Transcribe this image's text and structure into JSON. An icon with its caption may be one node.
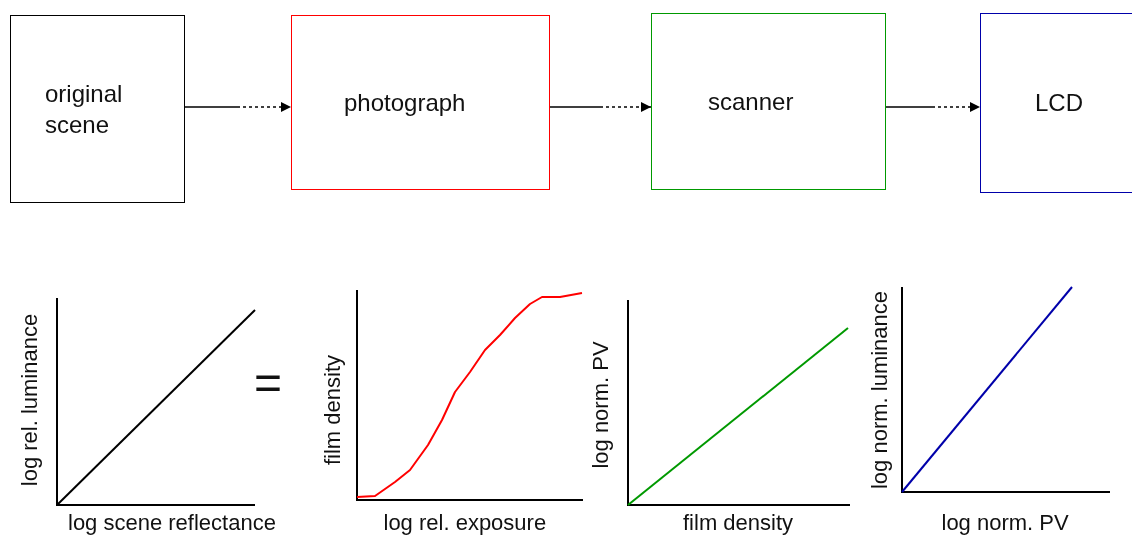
{
  "diagram": {
    "nodes": [
      {
        "text": [
          "original scene"
        ]
      },
      {
        "text": [
          "photograph"
        ]
      },
      {
        "text": [
          "scanner"
        ]
      },
      {
        "text": [
          "LCD"
        ]
      }
    ],
    "edges": [
      {
        "from": 0,
        "to": 1,
        "arrow": "to"
      },
      {
        "from": 1,
        "to": 2,
        "arrow": "to"
      },
      {
        "from": 2,
        "to": 3,
        "arrow": "to"
      }
    ],
    "labels": [
      "log rel. luminance",
      "log scene reflectance",
      "=",
      "film density",
      "log rel. exposure",
      "log norm. PV",
      "film density",
      "log norm. luminance",
      "log norm. PV"
    ]
  }
}
